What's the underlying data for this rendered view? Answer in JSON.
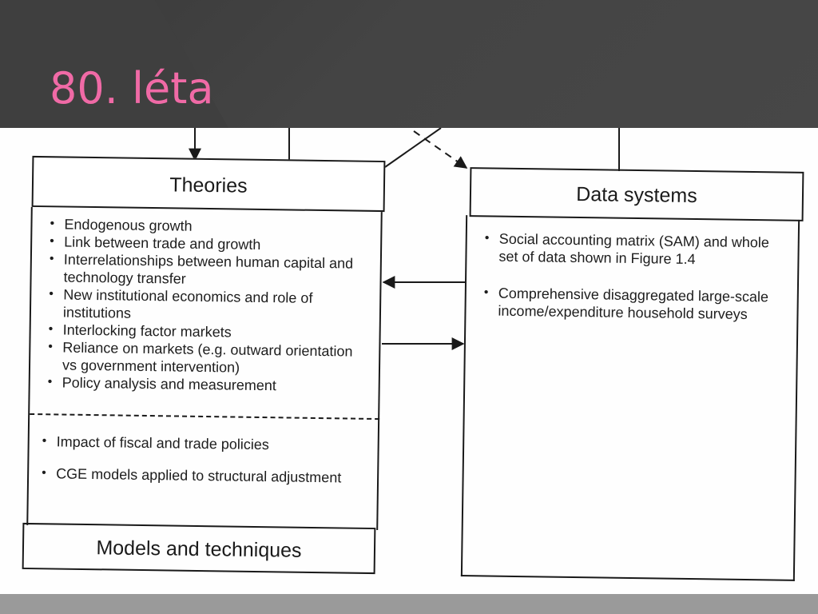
{
  "slide": {
    "title": "80. léta"
  },
  "diagram": {
    "theories": {
      "heading": "Theories",
      "items": [
        "Endogenous growth",
        "Link between trade and growth",
        "Interrelationships between human capital and technology transfer",
        "New institutional economics and role of institutions",
        "Interlocking factor markets",
        "Reliance on markets (e.g. outward orientation vs government intervention)",
        "Policy analysis and measurement"
      ]
    },
    "models": {
      "heading": "Models and techniques",
      "items": [
        "Impact of fiscal and trade policies",
        "CGE models applied to structural adjustment"
      ]
    },
    "data_systems": {
      "heading": "Data systems",
      "items": [
        "Social accounting matrix (SAM) and whole set of data shown in Figure 1.4",
        "Comprehensive disaggregated large-scale income/expenditure household surveys"
      ]
    }
  }
}
